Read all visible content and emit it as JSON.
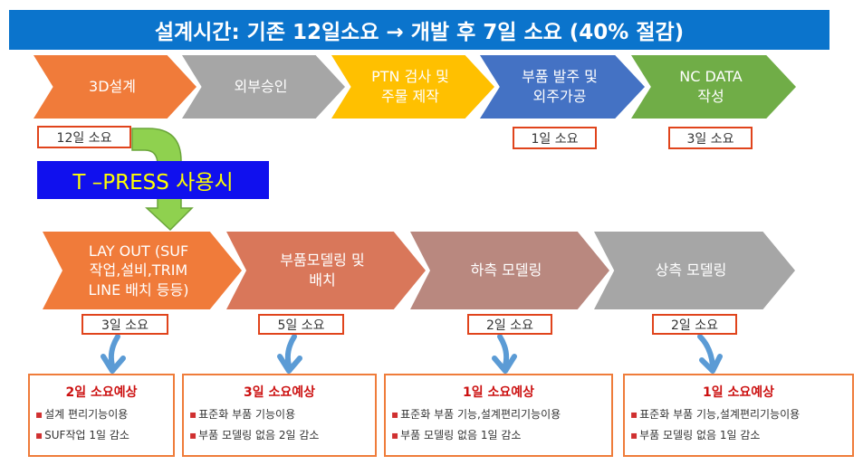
{
  "title": "설계시간: 기존 12일소요 → 개발 후 7일 소요 (40% 절감)",
  "top_steps": [
    {
      "label": "3D설계",
      "color": "#f07b3a"
    },
    {
      "label": "외부승인",
      "color": "#a6a6a6"
    },
    {
      "label": "PTN 검사 및\n주물 제작",
      "color": "#ffc000"
    },
    {
      "label": "부품 발주 및\n외주가공",
      "color": "#4472c4"
    },
    {
      "label": "NC DATA\n작성",
      "color": "#70ad47"
    }
  ],
  "top_tags": [
    "12일 소요",
    "1일 소요",
    "3일 소요"
  ],
  "tpress_label": "T –PRESS 사용시",
  "bottom_steps": [
    {
      "label": "LAY OUT (SUF\n작업,설비,TRIM\nLINE 배치 등등)",
      "color": "#f07b3a"
    },
    {
      "label": "부품모델링 및\n배치",
      "color": "#d9775a"
    },
    {
      "label": "하측 모델링",
      "color": "#b9887f"
    },
    {
      "label": "상측 모델링",
      "color": "#a6a6a6"
    }
  ],
  "bottom_tags": [
    "3일 소요",
    "5일 소요",
    "2일 소요",
    "2일 소요"
  ],
  "result_boxes": [
    {
      "heading": "2일 소요예상",
      "items": [
        "설계 편리기능이용",
        "SUF작업 1일 감소"
      ]
    },
    {
      "heading": "3일 소요예상",
      "items": [
        "표준화 부품 기능이용",
        "부품 모델링 없음 2일 감소"
      ]
    },
    {
      "heading": "1일 소요예상",
      "items": [
        "표준화 부품 기능,설계편리기능이용",
        "부품 모델링 없음 1일 감소"
      ]
    },
    {
      "heading": "1일 소요예상",
      "items": [
        "표준화 부품 기능,설계편리기능이용",
        "부품 모델링 없음 1일 감소"
      ]
    }
  ]
}
